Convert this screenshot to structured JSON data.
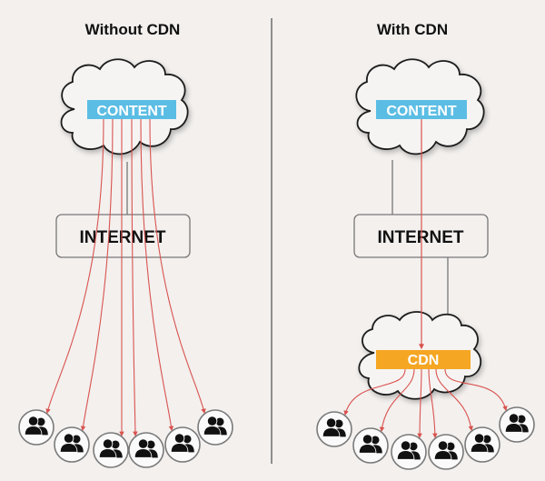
{
  "colors": {
    "background": "#f3f0ee",
    "content_box": "#5bbde4",
    "cdn_box": "#f5a623",
    "flow_line": "#d9534f",
    "connector": "#777777",
    "outline": "#222222"
  },
  "panels": [
    {
      "title": "Without CDN",
      "origin_label": "CONTENT",
      "internet_label": "INTERNET",
      "users": 6
    },
    {
      "title": "With CDN",
      "origin_label": "CONTENT",
      "internet_label": "INTERNET",
      "edge_label": "CDN",
      "users": 6
    }
  ],
  "icons": {
    "cloud": "cloud-icon",
    "user_group": "users-group-icon",
    "arrowhead": "arrowhead-icon"
  }
}
